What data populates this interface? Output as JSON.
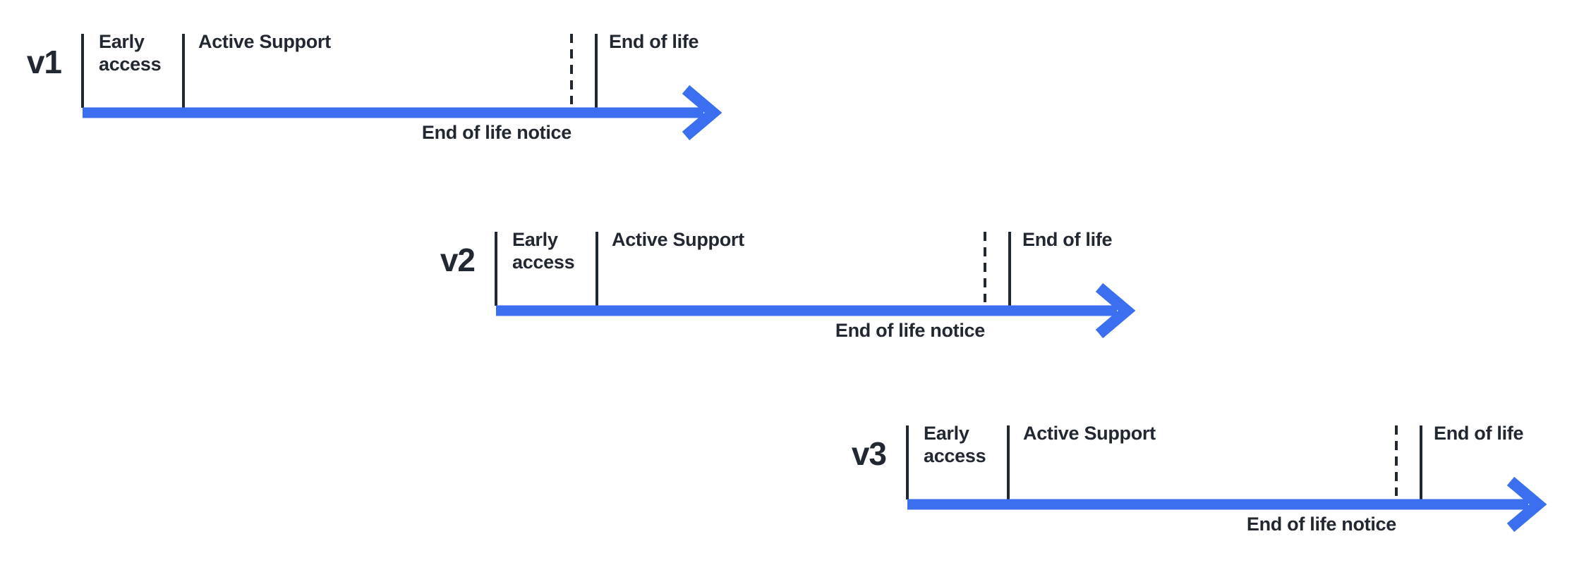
{
  "diagram": {
    "type": "version-lifecycle-timeline",
    "colors": {
      "arrow": "#3C6EF0",
      "text": "#222831",
      "background": "#FFFFFF"
    },
    "icons": {
      "arrow_head": "chevron-right-arrow"
    },
    "rows": [
      {
        "version": "v1",
        "early_access": "Early access",
        "active_support": "Active Support",
        "end_of_life": "End of life",
        "end_of_life_notice": "End of life notice"
      },
      {
        "version": "v2",
        "early_access": "Early access",
        "active_support": "Active Support",
        "end_of_life": "End of life",
        "end_of_life_notice": "End of life notice"
      },
      {
        "version": "v3",
        "early_access": "Early access",
        "active_support": "Active Support",
        "end_of_life": "End of life",
        "end_of_life_notice": "End of life notice"
      }
    ],
    "structure_notes": {
      "alignment": "Each version's Active Support start tick aligns with the previous version's End of life tick"
    }
  }
}
